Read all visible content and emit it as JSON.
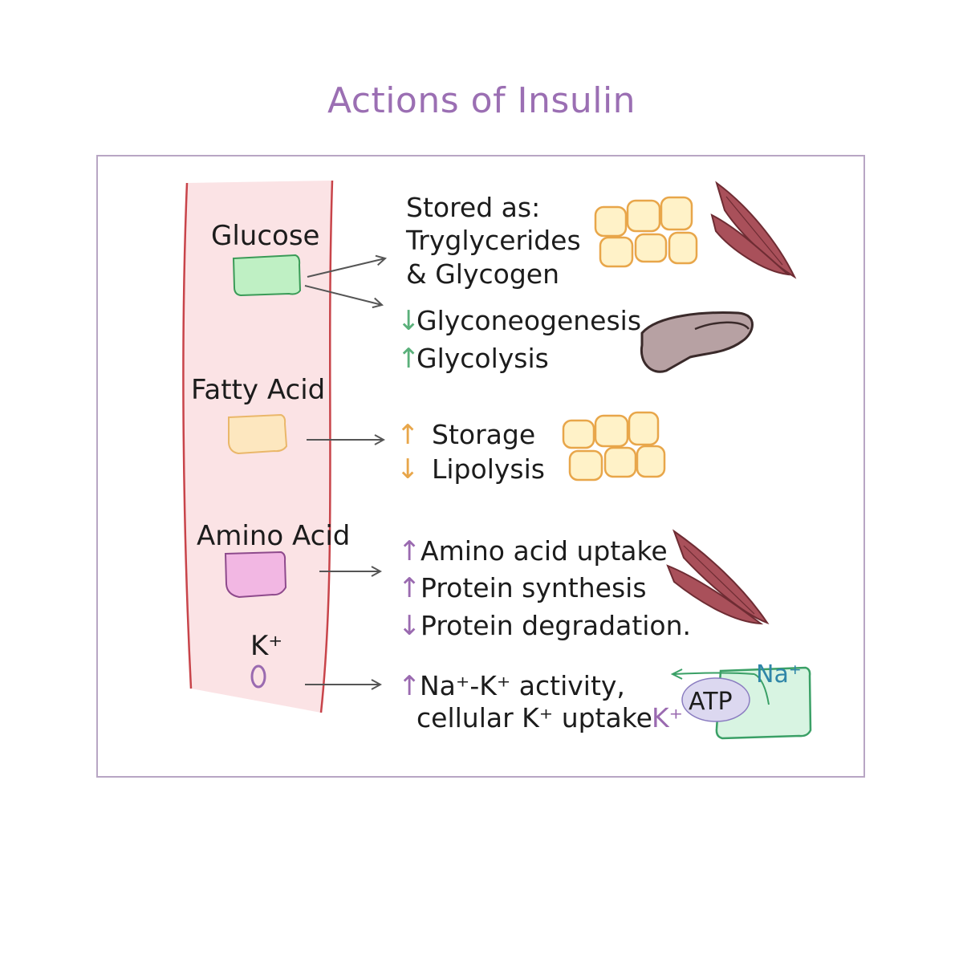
{
  "title": "Actions of Insulin",
  "colors": {
    "title": "#9b6fb3",
    "frame": "#b8a6c4",
    "vessel_fill": "#fbe3e5",
    "vessel_wall": "#c8444a",
    "glucose": "#bff0c4",
    "fatty_acid": "#fde7bf",
    "amino_acid": "#f2b7e3",
    "up_green": "#5ab07a",
    "down_green": "#5ab07a",
    "orange": "#e8a64a",
    "purple": "#9a6ab0",
    "fat_cell": "#fff2c8",
    "muscle": "#a9505a",
    "liver": "#b7a1a3",
    "pump": "#d8f4e2",
    "na": "#2f86a8",
    "atp_fill": "#dcd8f0"
  },
  "substrates": {
    "glucose": "Glucose",
    "fatty_acid": "Fatty Acid",
    "amino_acid": "Amino Acid",
    "potassium": "K⁺"
  },
  "glucose_effects": {
    "stored_line1": "Stored as:",
    "stored_line2": "Tryglycerides",
    "stored_line3": "& Glycogen",
    "gluconeo": "Glyconeogenesis",
    "glycolysis": "Glycolysis"
  },
  "fat_effects": {
    "storage": "Storage",
    "lipolysis": "Lipolysis"
  },
  "amino_effects": {
    "uptake": "Amino acid uptake",
    "synthesis": "Protein synthesis",
    "degradation": "Protein degradation."
  },
  "potassium_effects": {
    "line1": "Na⁺-K⁺ activity,",
    "line2": "cellular K⁺ uptake"
  },
  "pump": {
    "na": "Na⁺",
    "atp": "ATP",
    "k": "K⁺"
  },
  "icons": {
    "arrow_up": "↑",
    "arrow_down": "↓"
  }
}
